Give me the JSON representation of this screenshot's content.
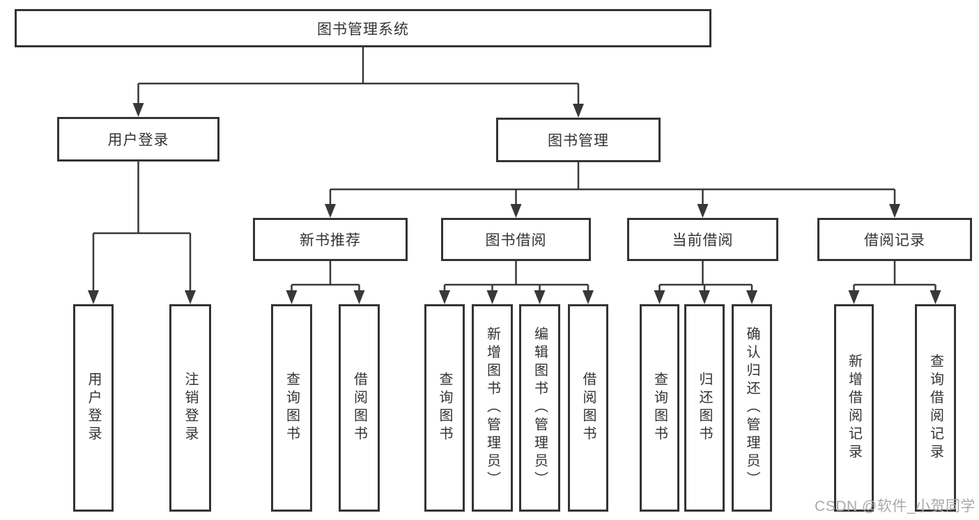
{
  "watermark": "CSDN @软件_小贺同学",
  "colors": {
    "line": "#383838",
    "box_border": "#333333",
    "box_background": "#ffffff",
    "text": "#333333",
    "watermark_text": "#a9a9a9"
  },
  "nodes": [
    {
      "id": "root",
      "parent": null,
      "label": "图书管理系统"
    },
    {
      "id": "user-login",
      "parent": "root",
      "label": "用户登录"
    },
    {
      "id": "book-mgmt",
      "parent": "root",
      "label": "图书管理"
    },
    {
      "id": "new-book-rec",
      "parent": "book-mgmt",
      "label": "新书推荐"
    },
    {
      "id": "book-borrow",
      "parent": "book-mgmt",
      "label": "图书借阅"
    },
    {
      "id": "current-borrow",
      "parent": "book-mgmt",
      "label": "当前借阅"
    },
    {
      "id": "borrow-records",
      "parent": "book-mgmt",
      "label": "借阅记录"
    },
    {
      "id": "leaf-user-login",
      "parent": "user-login",
      "label": "用户登录"
    },
    {
      "id": "leaf-logout",
      "parent": "user-login",
      "label": "注销登录"
    },
    {
      "id": "nbr-query-books",
      "parent": "new-book-rec",
      "label": "查询图书"
    },
    {
      "id": "nbr-borrow-books",
      "parent": "new-book-rec",
      "label": "借阅图书"
    },
    {
      "id": "bb-query-books",
      "parent": "book-borrow",
      "label": "查询图书"
    },
    {
      "id": "bb-add-books",
      "parent": "book-borrow",
      "label": "新增图书（管理员）"
    },
    {
      "id": "bb-edit-books",
      "parent": "book-borrow",
      "label": "编辑图书（管理员）"
    },
    {
      "id": "bb-borrow-books",
      "parent": "book-borrow",
      "label": "借阅图书"
    },
    {
      "id": "cb-query-books",
      "parent": "current-borrow",
      "label": "查询图书"
    },
    {
      "id": "cb-return-books",
      "parent": "current-borrow",
      "label": "归还图书"
    },
    {
      "id": "cb-confirm-return",
      "parent": "current-borrow",
      "label": "确认归还（管理员）"
    },
    {
      "id": "br-add-record",
      "parent": "borrow-records",
      "label": "新增借阅记录"
    },
    {
      "id": "br-query-record",
      "parent": "borrow-records",
      "label": "查询借阅记录"
    }
  ]
}
